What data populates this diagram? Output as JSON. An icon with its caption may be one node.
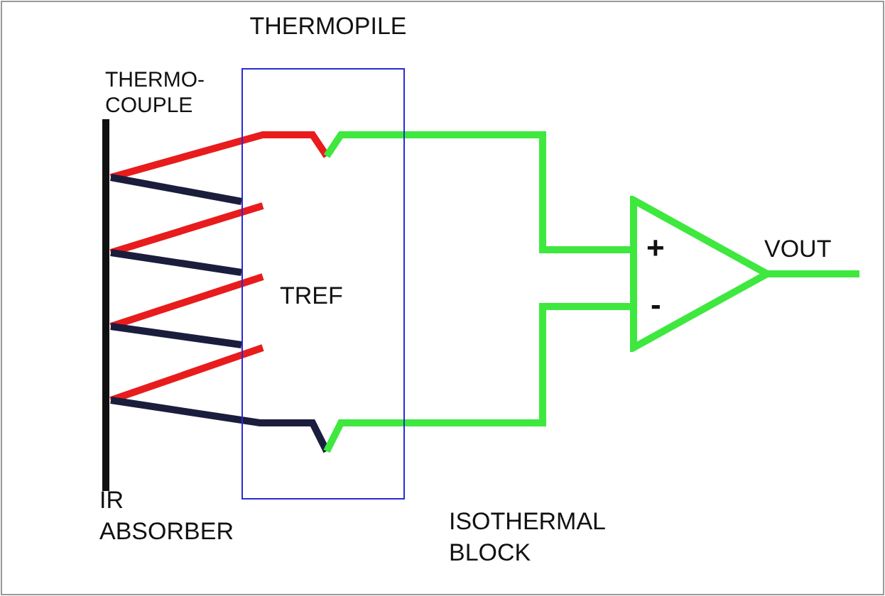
{
  "diagram": {
    "nodes": [
      {
        "text": [
          "THERMOPILE",
          "TREF"
        ]
      },
      {
        "text": [
          "+",
          "-"
        ]
      },
      {
        "text": [],
        "shape": "bar"
      }
    ],
    "edges": [
      {
        "from": 2,
        "to": 0,
        "arrow": "none",
        "color": "#e81c1c"
      },
      {
        "from": 2,
        "to": 0,
        "arrow": "none",
        "color": "#1b1d3d"
      },
      {
        "from": 2,
        "to": 0,
        "arrow": "none",
        "color": "#e81c1c"
      },
      {
        "from": 2,
        "to": 0,
        "arrow": "none",
        "color": "#1b1d3d"
      },
      {
        "from": 2,
        "to": 0,
        "arrow": "none",
        "color": "#e81c1c"
      },
      {
        "from": 2,
        "to": 0,
        "arrow": "none",
        "color": "#1b1d3d"
      },
      {
        "from": 2,
        "to": 0,
        "arrow": "none",
        "color": "#e81c1c"
      },
      {
        "from": 2,
        "to": 0,
        "arrow": "none",
        "color": "#1b1d3d"
      },
      {
        "from": 0,
        "to": 1,
        "arrow": "none",
        "color": "#3ee83e"
      },
      {
        "from": 0,
        "to": 1,
        "arrow": "none",
        "color": "#3ee83e"
      },
      {
        "from": 1,
        "to": null,
        "arrow": "none",
        "color": "#3ee83e"
      }
    ],
    "labels": [
      "THERMO-COUPLE",
      "IR ABSORBER",
      "ISOTHERMAL BLOCK",
      "VOUT"
    ]
  }
}
